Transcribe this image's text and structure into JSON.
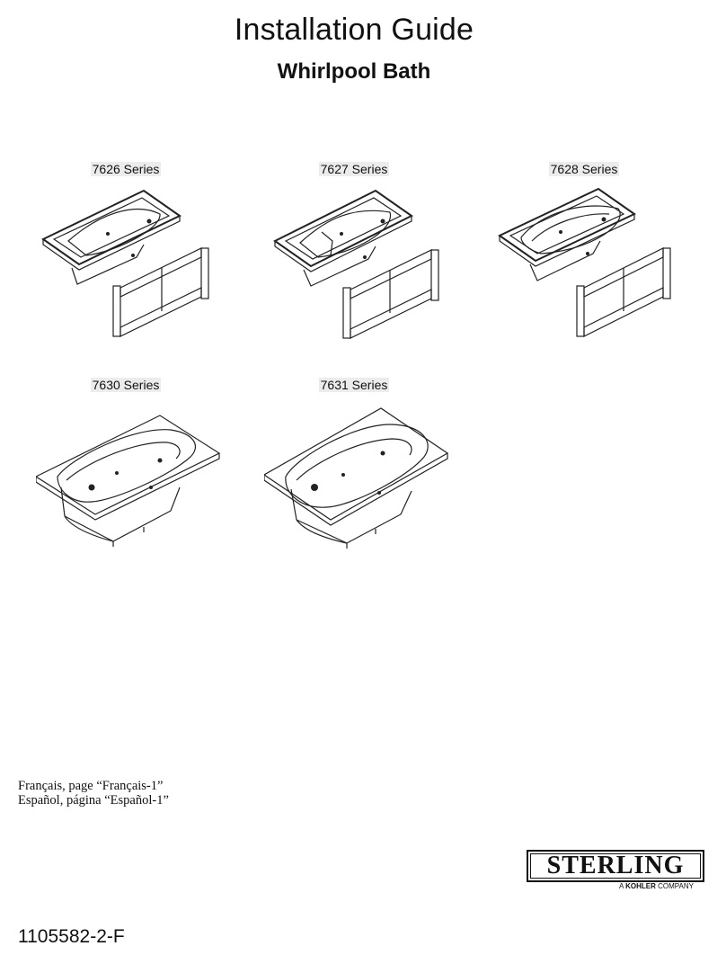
{
  "header": {
    "title": "Installation Guide",
    "subtitle": "Whirlpool Bath"
  },
  "products": [
    {
      "label": "7626 Series",
      "icon": "apron-bathtub-illustration"
    },
    {
      "label": "7627 Series",
      "icon": "apron-bathtub-illustration"
    },
    {
      "label": "7628 Series",
      "icon": "apron-bathtub-illustration"
    },
    {
      "label": "7630 Series",
      "icon": "drop-in-bathtub-illustration"
    },
    {
      "label": "7631 Series",
      "icon": "drop-in-bathtub-illustration"
    }
  ],
  "languages": [
    "Français, page “Français-1”",
    "Español, página “Español-1”"
  ],
  "logo": {
    "word": "STERLING",
    "tag_prefix": "A",
    "tag_brand": "KOHLER",
    "tag_suffix": "COMPANY"
  },
  "document_number": "1105582-2-F"
}
